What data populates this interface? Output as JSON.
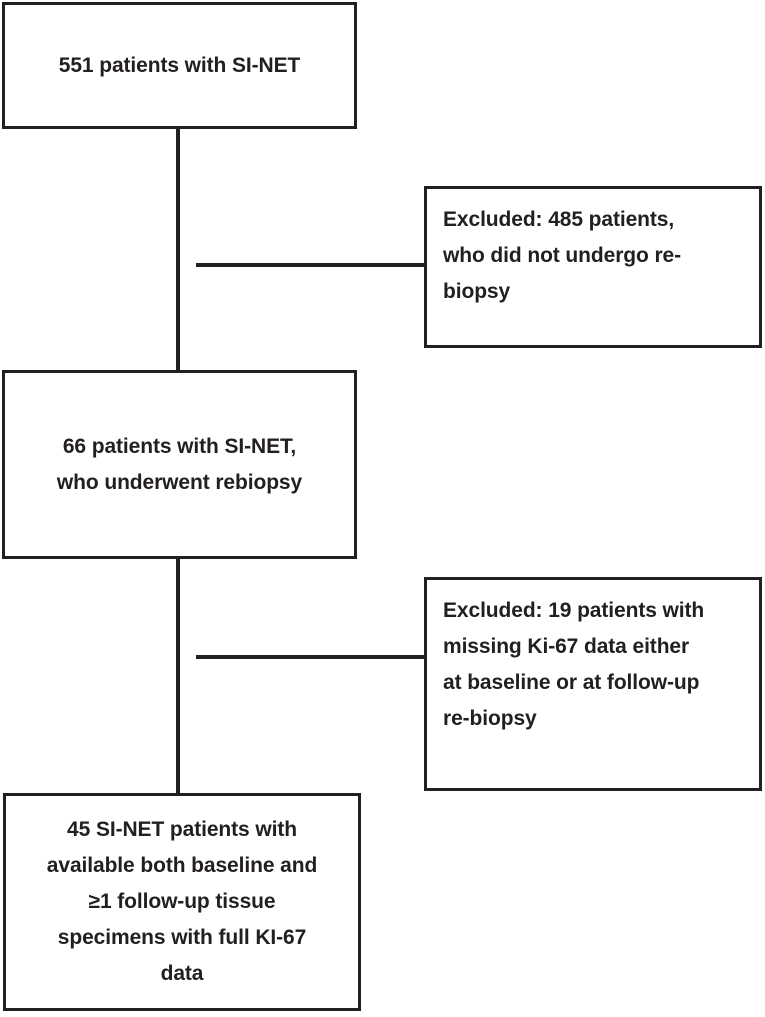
{
  "diagram": {
    "type": "patient-selection-flowchart",
    "colors": {
      "stroke": "#231f20",
      "background": "#ffffff",
      "text": "#231f20"
    },
    "nodes": {
      "cohort_total": {
        "label": "551 patients with SI-NET",
        "count": 551,
        "align": "center"
      },
      "excluded_no_rebiopsy": {
        "label": "Excluded: 485 patients,\nwho did not undergo re-\nbiopsy",
        "count": 485,
        "align": "left"
      },
      "cohort_rebiopsy": {
        "label": "66 patients with SI-NET,\nwho underwent rebiopsy",
        "count": 66,
        "align": "center"
      },
      "excluded_missing_ki67": {
        "label": "Excluded: 19 patients with\nmissing Ki-67 data either\nat baseline or at follow-up\nre-biopsy",
        "count": 19,
        "align": "left"
      },
      "cohort_final": {
        "label": "45 SI-NET patients with\navailable both baseline and\n≥1 follow-up tissue\nspecimens with full KI-67\ndata",
        "count": 45,
        "align": "center"
      }
    },
    "connectors": [
      {
        "name": "trunk-top",
        "from": "cohort_total",
        "to": "cohort_rebiopsy"
      },
      {
        "name": "branch-top",
        "from": "trunk-top",
        "to": "excluded_no_rebiopsy"
      },
      {
        "name": "trunk-bottom",
        "from": "cohort_rebiopsy",
        "to": "cohort_final"
      },
      {
        "name": "branch-bottom",
        "from": "trunk-bottom",
        "to": "excluded_missing_ki67"
      }
    ]
  }
}
